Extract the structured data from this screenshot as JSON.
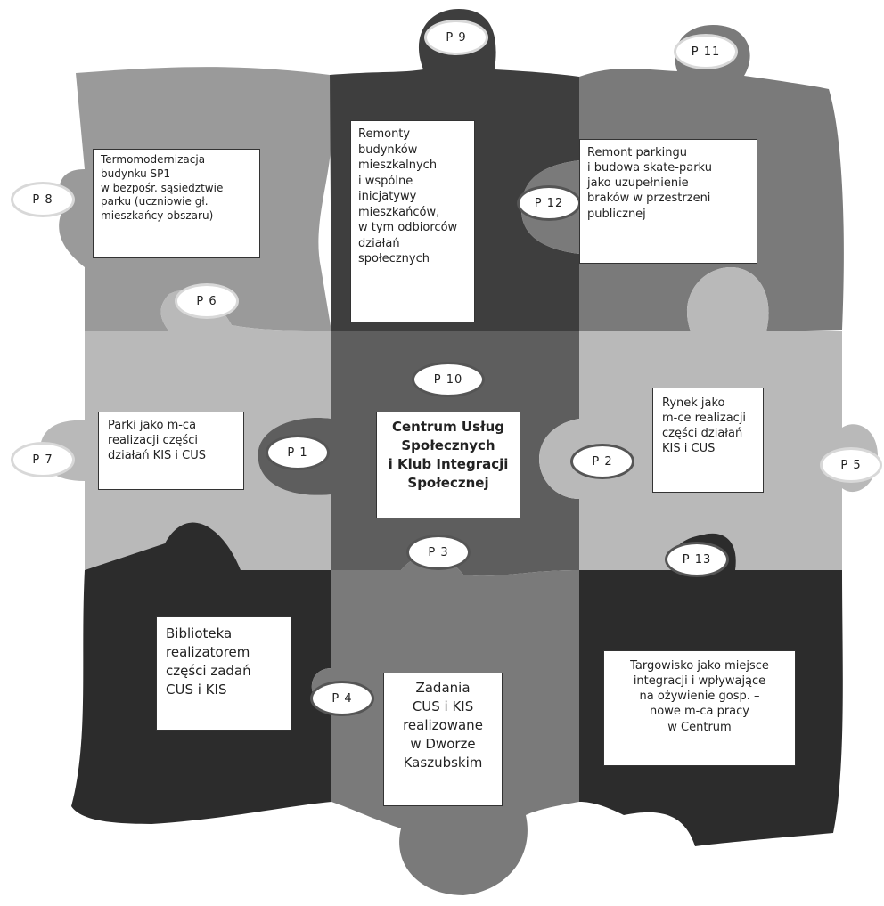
{
  "colors": {
    "light": "#b9b9b9",
    "mid_light": "#9a9a9a",
    "mid": "#7a7a7a",
    "mid_dark": "#5e5e5e",
    "dark": "#3e3e3e",
    "darkest": "#2c2c2c"
  },
  "labels": {
    "p1": "P 1",
    "p2": "P 2",
    "p3": "P 3",
    "p4": "P 4",
    "p5": "P 5",
    "p6": "P 6",
    "p7": "P 7",
    "p8": "P 8",
    "p9": "P 9",
    "p10": "P 10",
    "p11": "P 11",
    "p12": "P 12",
    "p13": "P 13"
  },
  "boxes": {
    "termomodernizacja": "Termomodernizacja\nbudynku SP1\nw bezpośr. sąsiedztwie\nparku (uczniowie gł.\nmieszkańcy obszaru)",
    "remonty": "Remonty\nbudynków\nmieszkalnych\n i wspólne\ninicjatywy\nmieszkańców,\nw tym odbiorców\ndziałań\nspołecznych",
    "remont_parkingu": "Remont parkingu\ni budowa skate-parku\njako uzupełnienie\nbraków w przestrzeni\npublicznej",
    "parki": "Parki jako m-ca\nrealizacji części\ndziałań KIS i CUS",
    "centrum": "Centrum Usług\nSpołecznych\ni Klub Integracji\nSpołecznej",
    "rynek": "Rynek jako\nm-ce realizacji\nczęści działań\nKIS i CUS",
    "biblioteka": "Biblioteka\nrealizatorem\nczęści zadań\nCUS i KIS",
    "zadania": "Zadania\nCUS i KIS\nrealizowane\nw Dworze\nKaszubskim",
    "targowisko": "Targowisko jako miejsce\nintegracji i wpływające\nna ożywienie gosp. –\nnowe m-ca pracy\nw Centrum"
  }
}
